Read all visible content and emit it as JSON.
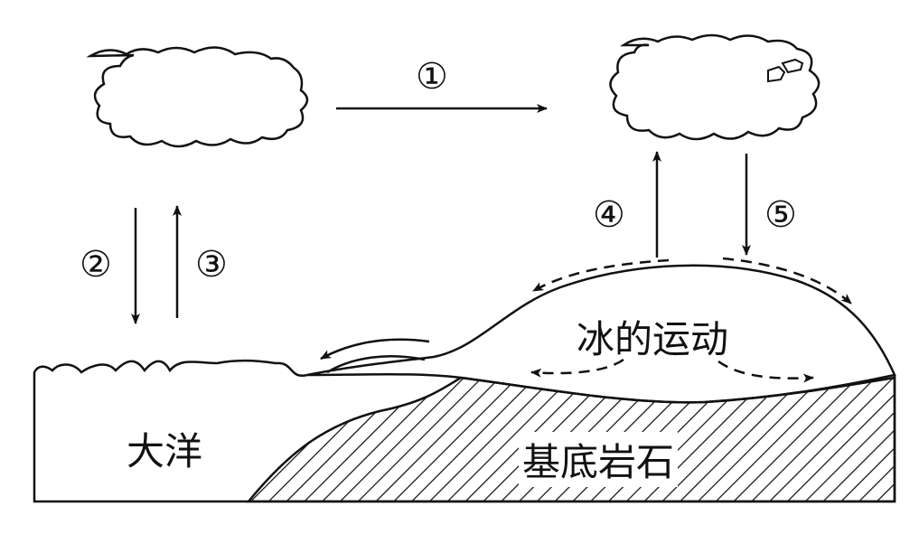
{
  "diagram": {
    "arrow_labels": {
      "a1": "①",
      "a2": "②",
      "a3": "③",
      "a4": "④",
      "a5": "⑤"
    },
    "region_labels": {
      "ice_motion": "冰的运动",
      "ocean": "大洋",
      "bedrock": "基底岩石"
    },
    "colors": {
      "stroke": "#111111",
      "background": "#ffffff"
    }
  }
}
